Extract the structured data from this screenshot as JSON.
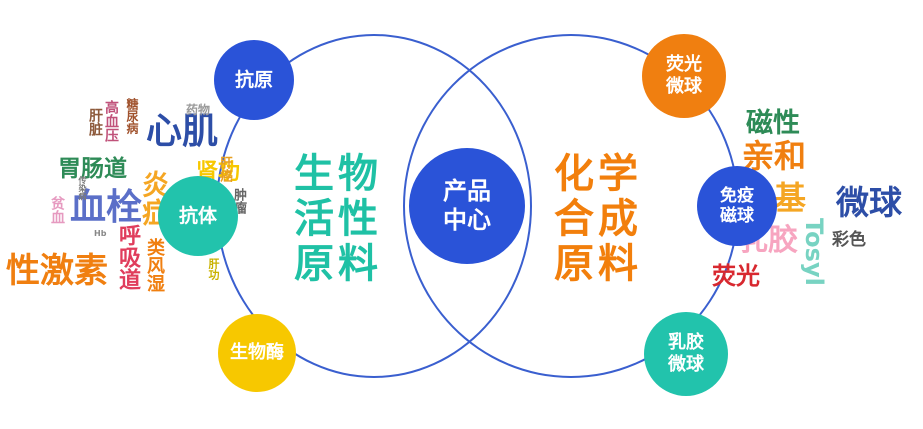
{
  "center": {
    "line1": "产品",
    "line2": "中心"
  },
  "left_title": {
    "line1": "生物",
    "line2": "活性",
    "line3": "原料"
  },
  "right_title": {
    "line1": "化学",
    "line2": "合成",
    "line3": "原料"
  },
  "left_nodes": {
    "antigen": "抗原",
    "antibody": "抗体",
    "enzyme": "生物酶"
  },
  "right_nodes": {
    "fluo": {
      "line1": "荧光",
      "line2": "微球"
    },
    "immuno": {
      "line1": "免疫",
      "line2": "磁球"
    },
    "latex": {
      "line1": "乳胶",
      "line2": "微球"
    }
  },
  "left_cloud": {
    "heart": "心肌",
    "gi": "胃肠道",
    "blood": "血栓",
    "hormone": "性激素",
    "resp": "呼吸道",
    "inflam": "炎症",
    "rheum": "类风湿",
    "diabetes": "糖尿病",
    "hyper": "高血压",
    "drug": "药物",
    "liver": "肝脏",
    "poor": "贫血",
    "infect": "传染病",
    "liverfn": "肝功",
    "kidney": "肾功",
    "tumor": "肿瘤",
    "small1": "Hb",
    "small2": "肝癌"
  },
  "right_cloud": {
    "magnetic": "磁性",
    "affinity": "亲和",
    "amino": "羧基",
    "microsphere": "微球",
    "latex": "乳胶",
    "tosyl": "Tosyl",
    "color": "彩色",
    "fluo": "荧光"
  },
  "colors": {
    "ring": "#3a5fcf",
    "node_blue": "#2a53d8",
    "node_teal": "#22c3ac",
    "node_yellow": "#f7c800",
    "node_orange": "#f07f10",
    "title_teal": "#1fc1a5",
    "title_orange": "#f27f0c"
  }
}
